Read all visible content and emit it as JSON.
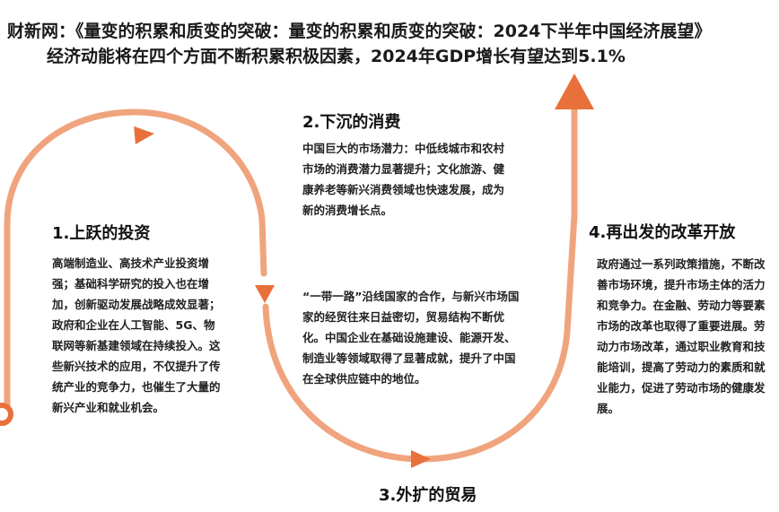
{
  "header": {
    "title": "财新网：《量变的积累和质变的突破：量变的积累和质变的突破：2024下半年中国经济展望》",
    "subtitle": "经济动能将在四个方面不断积累积极因素，2024年GDP增长有望达到5.1%"
  },
  "colors": {
    "arc": "#f0a47e",
    "arrow": "#e8703a",
    "text": "#1a1a1a"
  },
  "stages": [
    {
      "heading": "1.上跃的投资",
      "body": "高端制造业、高技术产业投资增强；基础科学研究的投入也在增加，创新驱动发展战略成效显著；政府和企业在人工智能、5G、物联网等新基建领域在持续投入。这些新兴技术的应用，不仅提升了传统产业的竞争力，也催生了大量的新兴产业和就业机会。"
    },
    {
      "heading": "2.下沉的消费",
      "body": "中国巨大的市场潜力：中低线城市和农村市场的消费潜力显著提升；文化旅游、健康养老等新兴消费领域也快速发展，成为新的消费增长点。"
    },
    {
      "heading": "3.外扩的贸易",
      "body": "“一带一路”沿线国家的合作，与新兴市场国家的经贸往来日益密切，贸易结构不断优化。中国企业在基础设施建设、能源开发、制造业等领域取得了显著成就，提升了中国在全球供应链中的地位。"
    },
    {
      "heading": "4.再出发的改革开放",
      "body": "政府通过一系列政策措施，不断改善市场环境，提升市场主体的活力和竞争力。在金融、劳动力等要素市场的改革也取得了重要进展。劳动力市场改革，通过职业教育和技能培训，提高了劳动力的素质和就业能力，促进了劳动市场的健康发展。"
    }
  ]
}
